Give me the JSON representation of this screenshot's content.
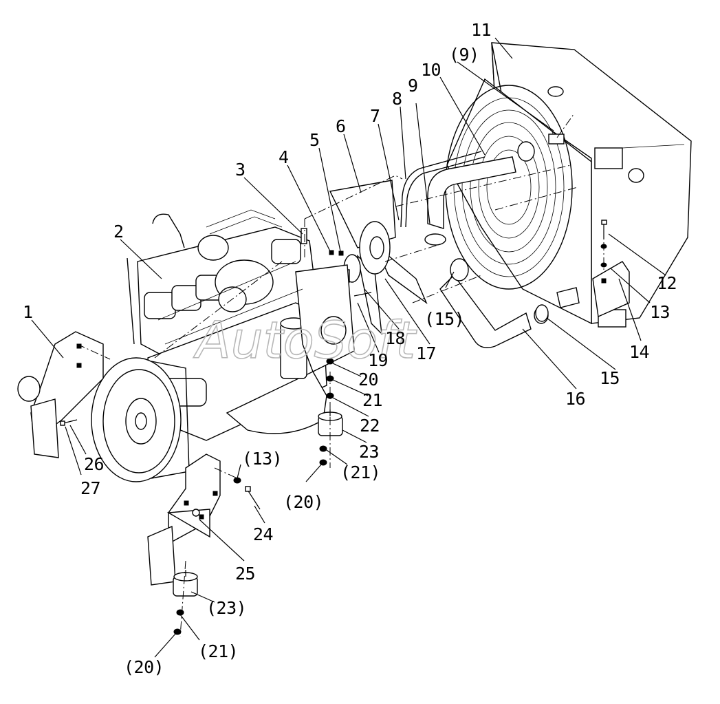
{
  "watermark": "AutoSoft",
  "callouts": [
    {
      "id": "c1",
      "text": "1"
    },
    {
      "id": "c2",
      "text": "2"
    },
    {
      "id": "c3",
      "text": "3"
    },
    {
      "id": "c4",
      "text": "4"
    },
    {
      "id": "c5",
      "text": "5"
    },
    {
      "id": "c6",
      "text": "6"
    },
    {
      "id": "c7",
      "text": "7"
    },
    {
      "id": "c8",
      "text": "8"
    },
    {
      "id": "c9",
      "text": "9"
    },
    {
      "id": "c9p",
      "text": "(9)"
    },
    {
      "id": "c10",
      "text": "10"
    },
    {
      "id": "c11",
      "text": "11"
    },
    {
      "id": "c12",
      "text": "12"
    },
    {
      "id": "c13",
      "text": "13"
    },
    {
      "id": "c14",
      "text": "14"
    },
    {
      "id": "c15",
      "text": "15"
    },
    {
      "id": "c15p",
      "text": "(15)"
    },
    {
      "id": "c16",
      "text": "16"
    },
    {
      "id": "c17",
      "text": "17"
    },
    {
      "id": "c18",
      "text": "18"
    },
    {
      "id": "c19",
      "text": "19"
    },
    {
      "id": "c20",
      "text": "20"
    },
    {
      "id": "c21",
      "text": "21"
    },
    {
      "id": "c22",
      "text": "22"
    },
    {
      "id": "c23",
      "text": "23"
    },
    {
      "id": "c13p",
      "text": "(13)"
    },
    {
      "id": "c21p_a",
      "text": "(21)"
    },
    {
      "id": "c20p_a",
      "text": "(20)"
    },
    {
      "id": "c24",
      "text": "24"
    },
    {
      "id": "c25",
      "text": "25"
    },
    {
      "id": "c26",
      "text": "26"
    },
    {
      "id": "c27",
      "text": "27"
    },
    {
      "id": "c23p",
      "text": "(23)"
    },
    {
      "id": "c21p_b",
      "text": "(21)"
    },
    {
      "id": "c20p_b",
      "text": "(20)"
    }
  ]
}
